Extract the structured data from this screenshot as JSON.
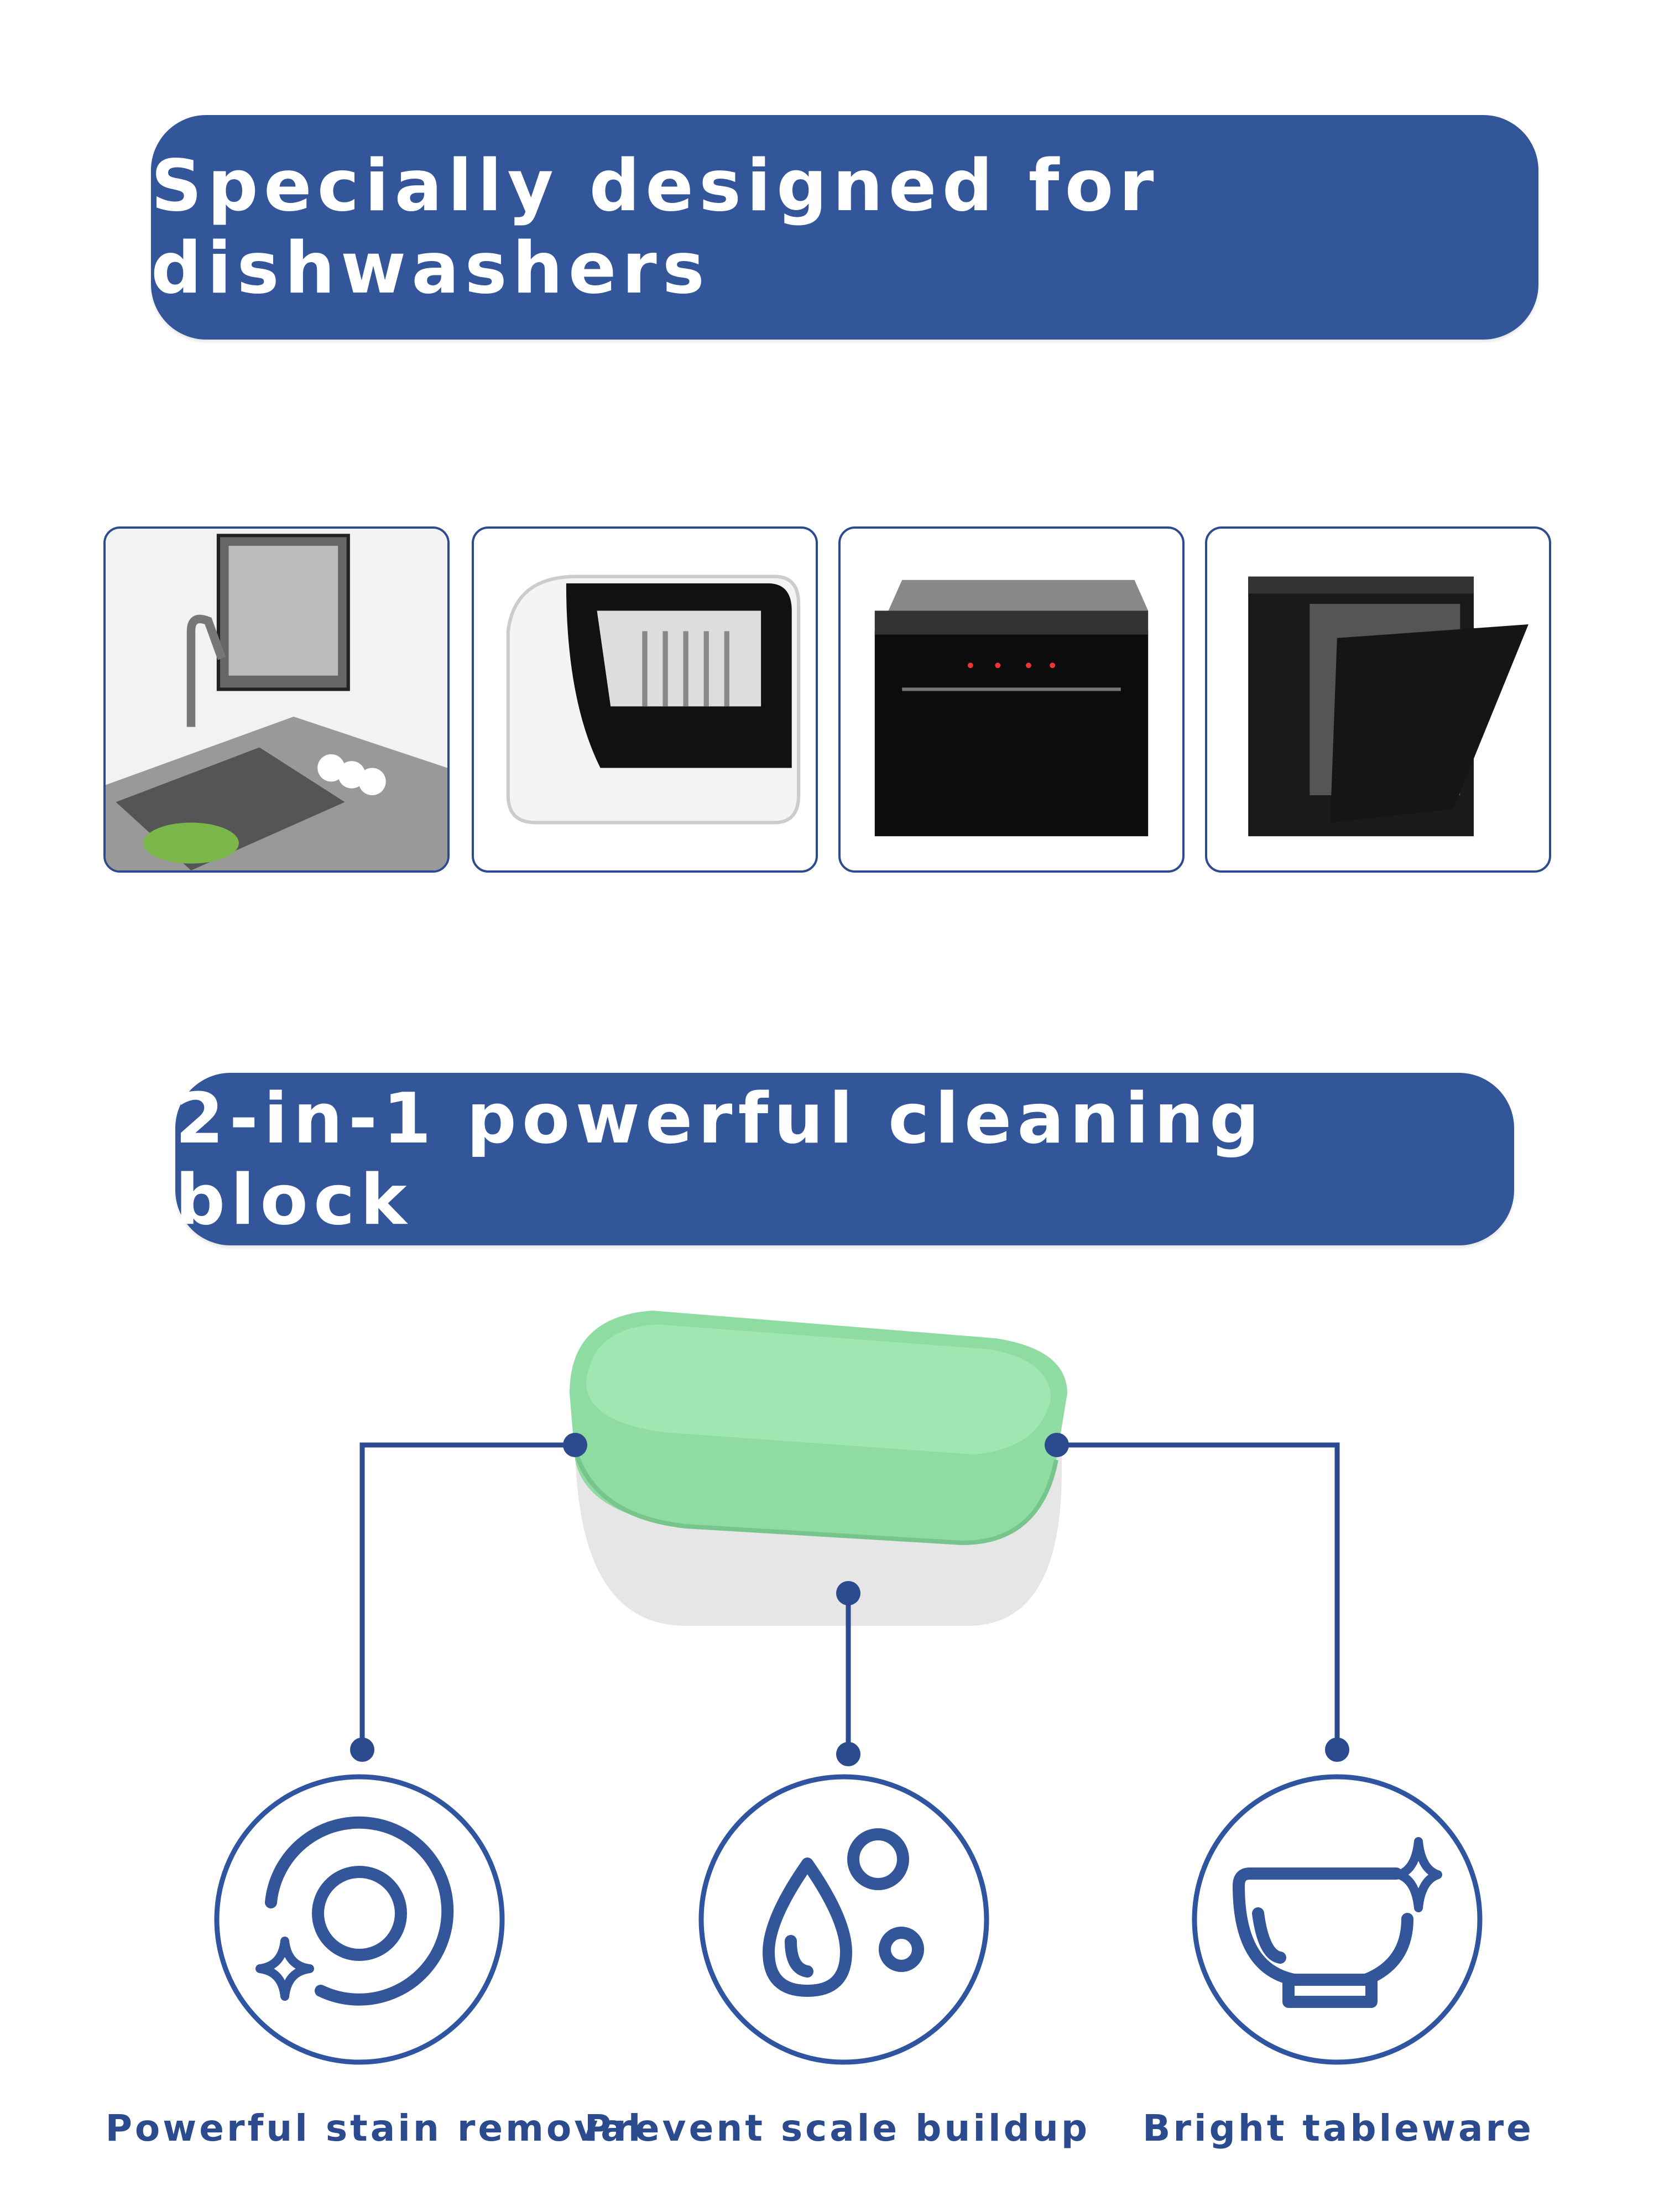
{
  "banners": {
    "top": "Specially designed for dishwashers",
    "middle": "2-in-1 powerful cleaning block"
  },
  "dishwasher_types": [
    "sink-dishwasher",
    "countertop-dishwasher",
    "built-in-drawer-dishwasher",
    "freestanding-dishwasher"
  ],
  "features": [
    {
      "label": "Powerful stain removal",
      "icon": "plate-sparkle-icon"
    },
    {
      "label": "Prevent scale buildup",
      "icon": "water-drops-icon"
    },
    {
      "label": "Bright tableware",
      "icon": "bowl-sparkle-icon"
    }
  ],
  "colors": {
    "brand": "#33559a",
    "tablet_green": "#8fdca3",
    "tablet_white": "#e6e6e6"
  }
}
